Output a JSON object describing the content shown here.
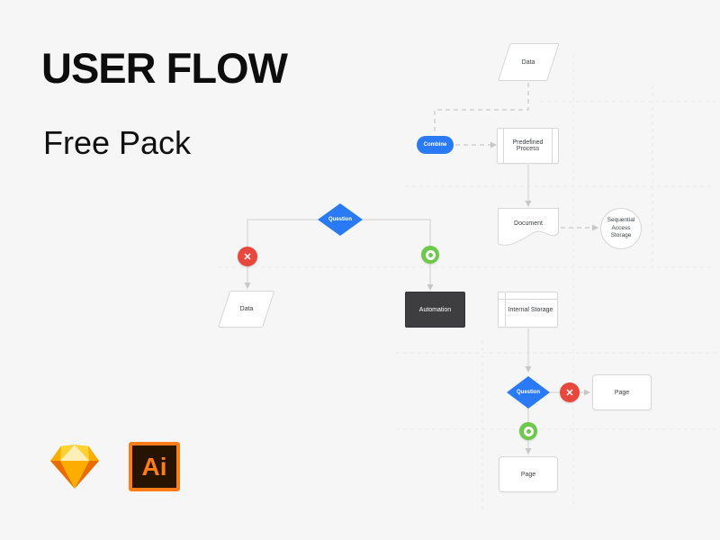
{
  "header": {
    "title": "USER FLOW",
    "subtitle": "Free Pack"
  },
  "flowchart": {
    "nodes": {
      "data_top": {
        "label": "Data",
        "shape": "parallelogram"
      },
      "combine": {
        "label": "Combine",
        "shape": "pill"
      },
      "predefined": {
        "label": "Predefined Process",
        "shape": "predefined-process"
      },
      "document": {
        "label": "Document",
        "shape": "document"
      },
      "sequential": {
        "label": "Sequential Access Storage",
        "shape": "circle"
      },
      "question_left": {
        "label": "Question",
        "shape": "diamond"
      },
      "data_left": {
        "label": "Data",
        "shape": "parallelogram"
      },
      "automation": {
        "label": "Automation",
        "shape": "dark-rectangle"
      },
      "internal": {
        "label": "Internal Storage",
        "shape": "internal-storage"
      },
      "question_bottom": {
        "label": "Question",
        "shape": "diamond"
      },
      "page_right": {
        "label": "Page",
        "shape": "rounded-rectangle"
      },
      "page_bottom": {
        "label": "Page",
        "shape": "rounded-rectangle"
      }
    },
    "badges": {
      "fail_icon_glyph": "✕"
    }
  },
  "apps": {
    "sketch_icon": "sketch-diamond-logo",
    "illustrator_label": "Ai"
  },
  "colors": {
    "background": "#f6f6f6",
    "accent_blue": "#2b7af5",
    "fail_red": "#e8473e",
    "success_green": "#6ec84c",
    "dark_node": "#3e3e40",
    "node_border": "#d8d8d8",
    "illustrator_orange": "#ff7c18",
    "sketch_gold": "#fdb300"
  }
}
